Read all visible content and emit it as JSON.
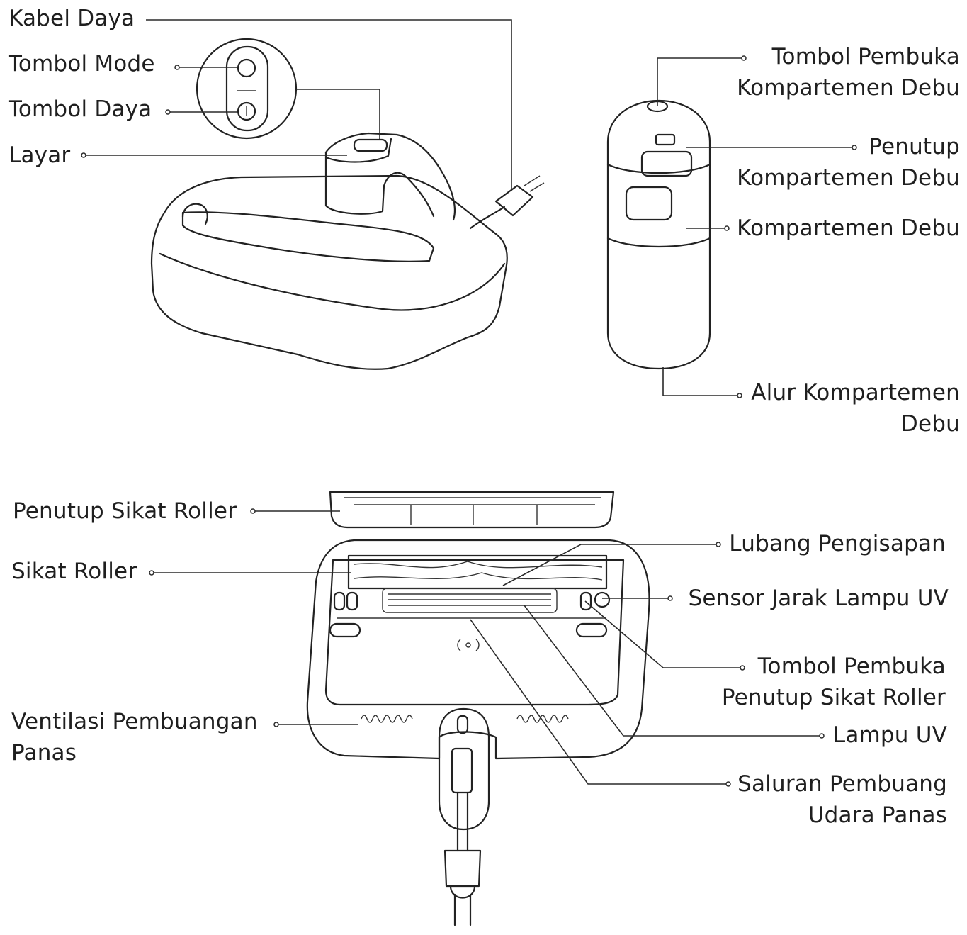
{
  "labels": {
    "kabel_daya": "Kabel Daya",
    "tombol_mode": "Tombol Mode",
    "tombol_daya": "Tombol Daya",
    "layar": "Layar",
    "tombol_pembuka_kompartemen": [
      "Tombol Pembuka",
      "Kompartemen Debu"
    ],
    "penutup_kompartemen": [
      "Penutup",
      "Kompartemen Debu"
    ],
    "kompartemen_debu": "Kompartemen Debu",
    "alur_kompartemen": [
      "Alur Kompartemen",
      "Debu"
    ],
    "penutup_sikat_roller": "Penutup Sikat Roller",
    "sikat_roller": "Sikat Roller",
    "ventilasi": [
      "Ventilasi Pembuangan",
      "Panas"
    ],
    "lubang_pengisapan": "Lubang Pengisapan",
    "sensor_jarak": "Sensor Jarak Lampu UV",
    "tombol_pembuka_penutup": [
      "Tombol Pembuka",
      "Penutup Sikat Roller"
    ],
    "lampu_uv": "Lampu UV",
    "saluran_pembuang": [
      "Saluran Pembuang",
      "Udara Panas"
    ]
  },
  "colors": {
    "line": "#222222",
    "text": "#1f1f1f",
    "background": "#ffffff"
  }
}
